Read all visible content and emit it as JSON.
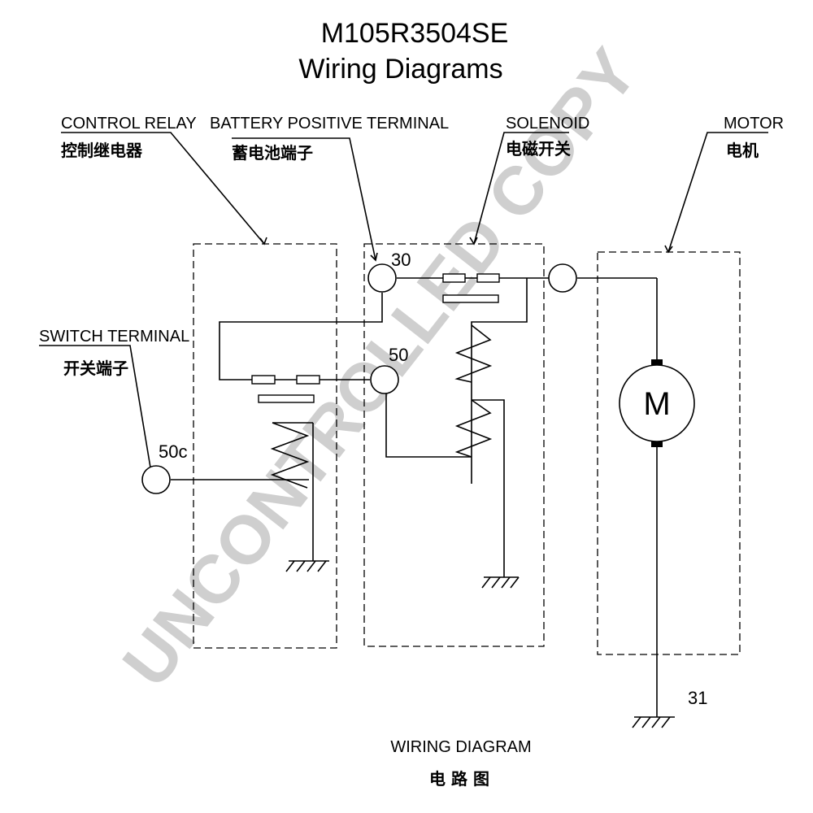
{
  "title": {
    "model": "M105R3504SE",
    "subtitle": "Wiring Diagrams"
  },
  "components": {
    "control_relay": {
      "en": "CONTROL RELAY",
      "cn": "控制继电器"
    },
    "battery_terminal": {
      "en": "BATTERY POSITIVE TERMINAL",
      "cn": "蓄电池端子"
    },
    "solenoid": {
      "en": "SOLENOID",
      "cn": "电磁开关"
    },
    "motor": {
      "en": "MOTOR",
      "cn": "电机",
      "symbol": "M"
    },
    "switch_terminal": {
      "en": "SWITCH TERMINAL",
      "cn": "开关端子"
    }
  },
  "terminals": {
    "t30": "30",
    "t50": "50",
    "t50c": "50c",
    "t31": "31"
  },
  "footer": {
    "en": "WIRING DIAGRAM",
    "cn": "电 路 图"
  },
  "watermark": "UNCONTROLLED COPY"
}
